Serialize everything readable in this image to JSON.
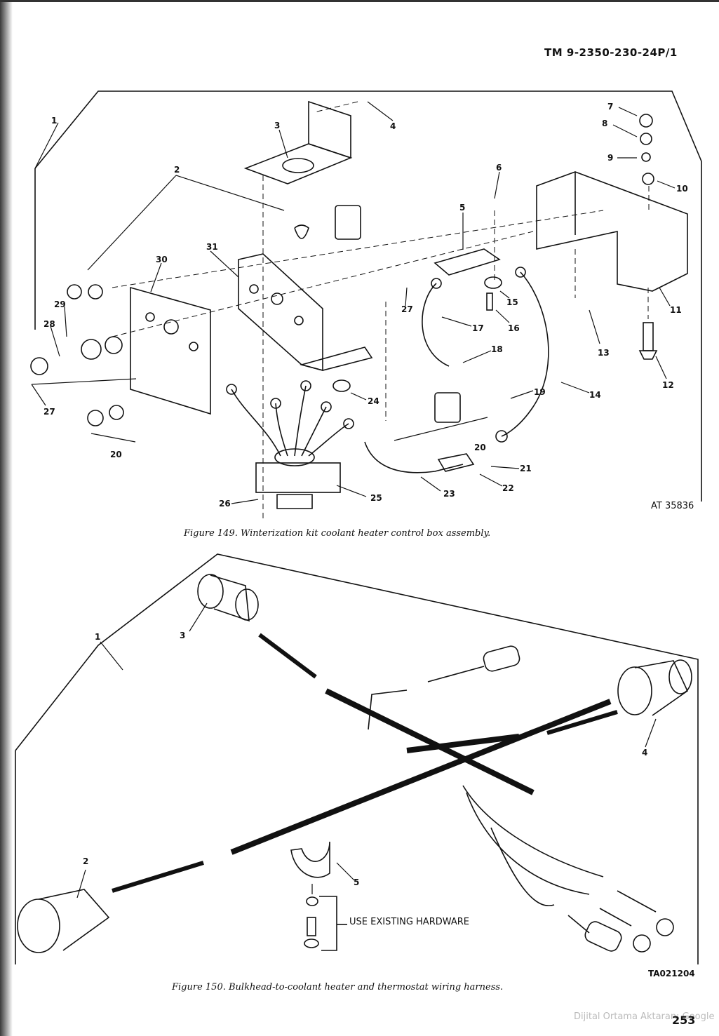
{
  "header": {
    "doc_number": "TM 9-2350-230-24P/1"
  },
  "figure149": {
    "caption": "Figure 149.   Winterization kit coolant heater control box assembly.",
    "ident": "AT 35836",
    "callouts": [
      "1",
      "2",
      "3",
      "4",
      "5",
      "6",
      "7",
      "8",
      "9",
      "10",
      "11",
      "12",
      "13",
      "14",
      "15",
      "16",
      "17",
      "18",
      "19",
      "20",
      "20",
      "20",
      "21",
      "22",
      "23",
      "24",
      "25",
      "26",
      "27",
      "27",
      "28",
      "29",
      "30",
      "31"
    ]
  },
  "figure150": {
    "caption": "Figure 150.   Bulkhead-to-coolant heater and thermostat wiring harness.",
    "ident": "TA021204",
    "note": "USE EXISTING HARDWARE",
    "callouts": [
      "1",
      "2",
      "3",
      "4",
      "5"
    ]
  },
  "page": {
    "number": "253",
    "watermark": "Dijital Ortama Aktaran: Google"
  }
}
